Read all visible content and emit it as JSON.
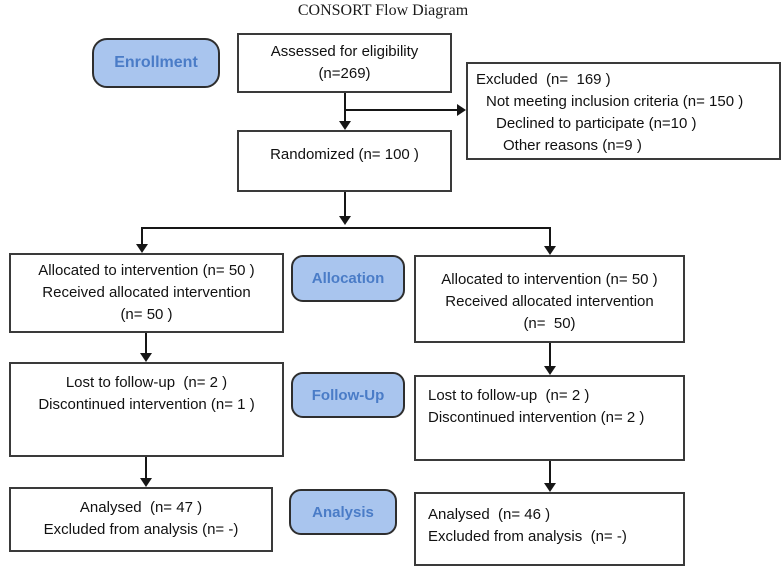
{
  "title": "CONSORT Flow Diagram",
  "colors": {
    "label_fill": "#a9c5ee",
    "label_text": "#4a7cc7",
    "box_border": "#3a3a3a",
    "arrow": "#161616"
  },
  "stage_labels": {
    "enrollment": "Enrollment",
    "allocation": "Allocation",
    "followup": "Follow-Up",
    "analysis": "Analysis"
  },
  "boxes": {
    "assessed": {
      "lines": [
        "Assessed for eligibility",
        "(n=269)"
      ]
    },
    "excluded": {
      "lines": [
        "Excluded  (n=  169 )",
        "Not meeting inclusion criteria (n= 150 )",
        "Declined to participate (n=10 )",
        "Other reasons (n=9 )"
      ]
    },
    "randomized": {
      "lines": [
        "Randomized (n= 100 )"
      ]
    },
    "allocated_left": {
      "lines": [
        "Allocated to intervention (n= 50 )",
        "Received allocated intervention",
        "(n= 50 )"
      ]
    },
    "allocated_right": {
      "lines": [
        "Allocated to intervention (n= 50 )",
        "Received allocated intervention",
        "(n=  50)"
      ]
    },
    "followup_left": {
      "lines": [
        "Lost to follow-up  (n= 2 )",
        "Discontinued intervention (n= 1 )"
      ]
    },
    "followup_right": {
      "lines": [
        "Lost to follow-up  (n= 2 )",
        "Discontinued intervention (n= 2 )"
      ]
    },
    "analysed_left": {
      "lines": [
        "Analysed  (n= 47 )",
        "Excluded from analysis (n= -)"
      ]
    },
    "analysed_right": {
      "lines": [
        "Analysed  (n= 46 )",
        "Excluded from analysis  (n= -)"
      ]
    }
  }
}
